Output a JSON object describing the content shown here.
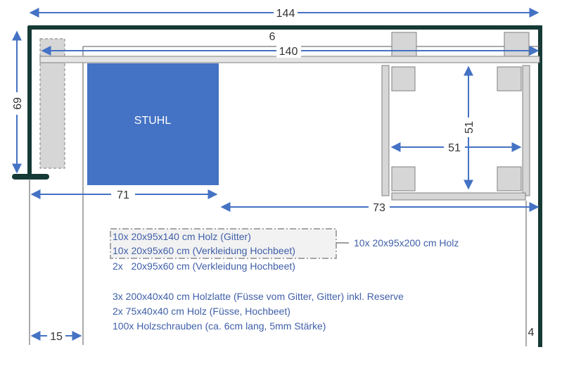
{
  "dimensions": {
    "total_width": "144",
    "inner_6": "6",
    "bar_140": "140",
    "height_69": "69",
    "chair_width": "71",
    "table_51_vertical": "51",
    "table_51_horizontal": "51",
    "right_73": "73",
    "left_15": "15",
    "right_4": "4"
  },
  "chair_label": "STUHL",
  "material_list": {
    "boxed_line_1": "10x 20x95x140 cm Holz (Gitter)",
    "boxed_line_2": "10x 20x95x60 cm (Verkleidung Hochbeet)",
    "side_note": "10x 20x95x200 cm Holz",
    "line_3": "2x   20x95x60 cm (Verkleidung Hochbeet)",
    "line_4": "3x 200x40x40 cm Holzlatte (Füsse vom Gitter, Gitter) inkl. Reserve",
    "line_5": "2x 75x40x40 cm Holz (Füsse, Hochbeet)",
    "line_6": "100x Holzschrauben (ca. 6cm lang, 5mm Stärke)"
  },
  "colors": {
    "wall": "#163a36",
    "arrow": "#4472c4",
    "chair": "#4472c4",
    "grey_fill": "#d6d6d6",
    "grey_stroke": "#7f7f7f"
  }
}
